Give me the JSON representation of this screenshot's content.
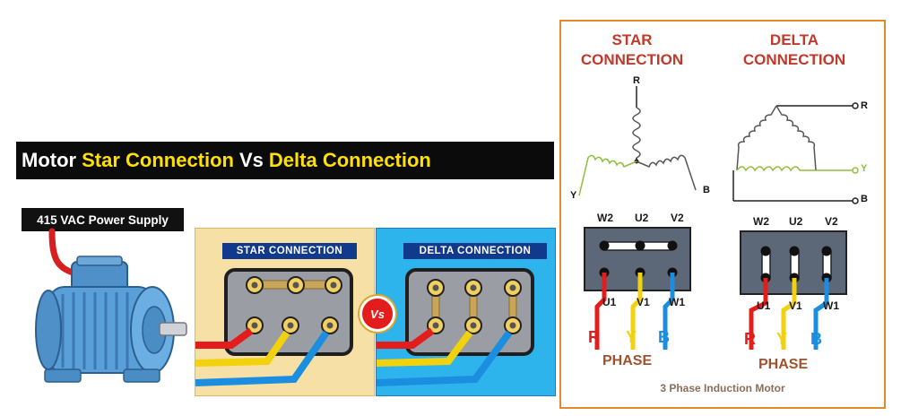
{
  "title": {
    "word1": "Motor ",
    "word2": "Star Connection",
    "word3": " Vs ",
    "word4": "Delta Connection"
  },
  "supply_label": "415 VAC Power Supply",
  "vs_badge": "Vs",
  "panels": {
    "star_label": "STAR CONNECTION",
    "delta_label": "DELTA CONNECTION"
  },
  "right": {
    "star_heading_line1": "STAR",
    "star_heading_line2": "CONNECTION",
    "delta_heading_line1": "DELTA",
    "delta_heading_line2": "CONNECTION",
    "star_nodes": {
      "top": "R",
      "left": "Y",
      "right": "B"
    },
    "delta_nodes": {
      "r": "R",
      "y": "Y",
      "b": "B"
    },
    "star_terminals": {
      "top": [
        "W2",
        "U2",
        "V2"
      ],
      "bottom": [
        "U1",
        "V1",
        "W1"
      ]
    },
    "delta_terminals": {
      "top": [
        "W2",
        "U2",
        "V2"
      ],
      "bottom": [
        "U1",
        "V1",
        "W1"
      ]
    },
    "phases": {
      "r": "R",
      "y": "Y",
      "b": "B"
    },
    "phase_label": "PHASE",
    "caption": "3 Phase Induction Motor"
  },
  "colors": {
    "phase_r": "#e31c1c",
    "phase_y": "#f2d20c",
    "phase_b": "#1c8ee0",
    "heading": "#c0392b",
    "coil": "#8dbf3a",
    "motor": "#5aa0d8"
  }
}
